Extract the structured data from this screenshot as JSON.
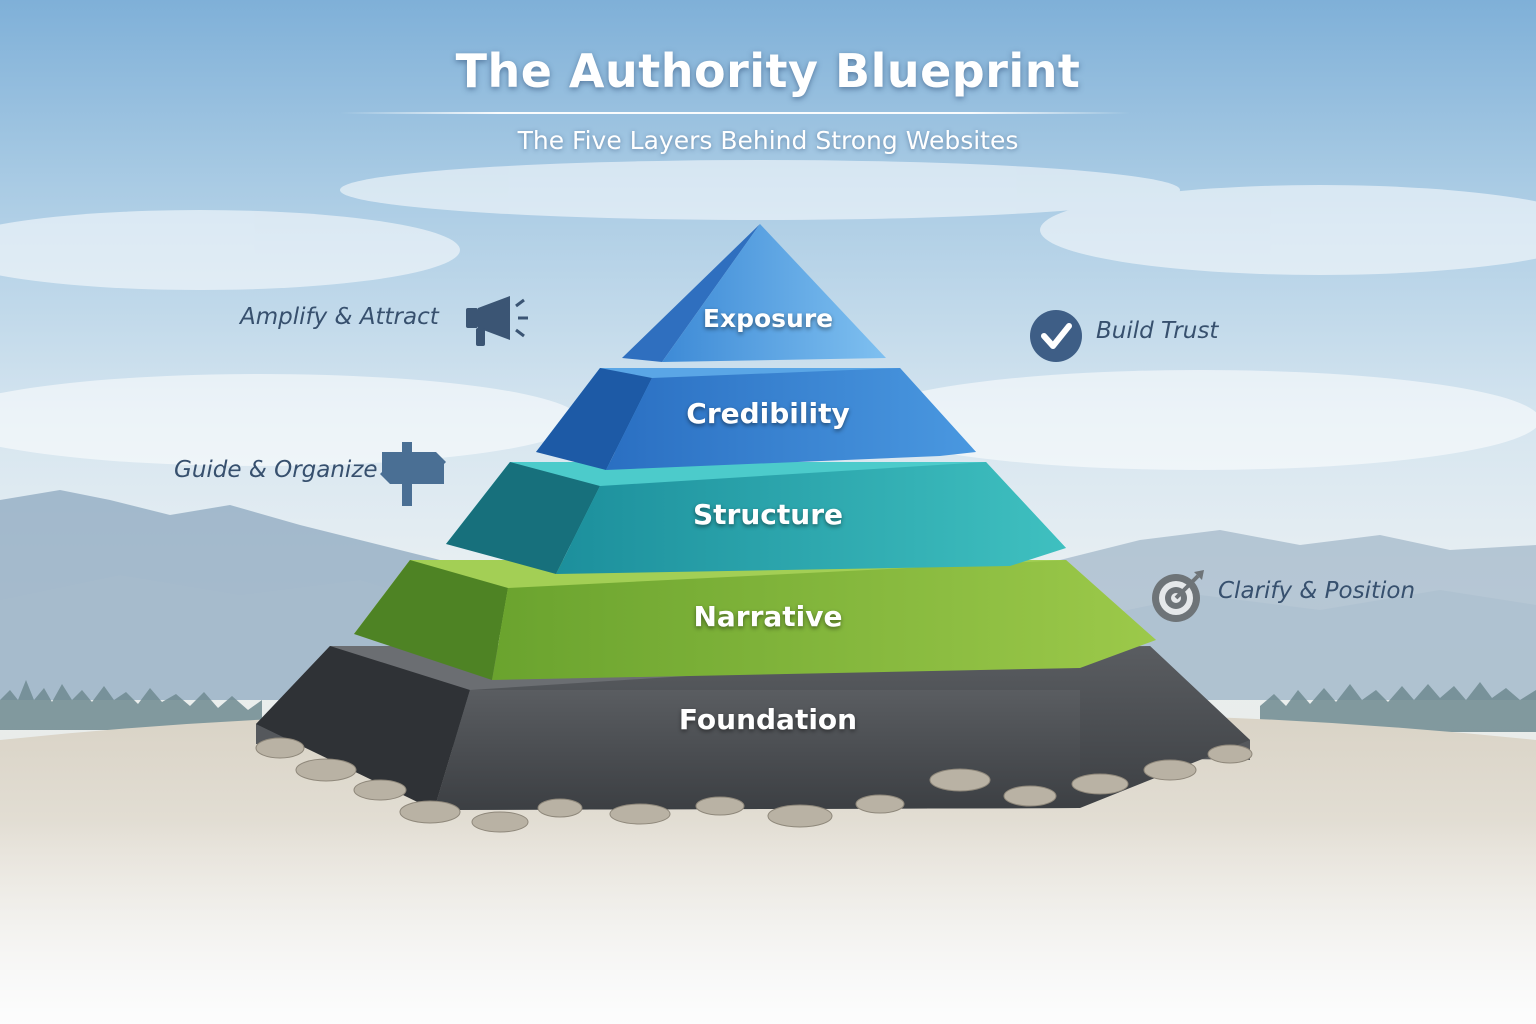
{
  "header": {
    "title": "The Authority Blueprint",
    "subtitle": "The Five Layers Behind Strong Websites"
  },
  "pyramid": {
    "layers": [
      {
        "label": "Exposure",
        "color": "#4f9ee0"
      },
      {
        "label": "Credibility",
        "color": "#2f7fd0"
      },
      {
        "label": "Structure",
        "color": "#22a8ad"
      },
      {
        "label": "Narrative",
        "color": "#7eb83a"
      },
      {
        "label": "Foundation",
        "color": "#4b4e52"
      }
    ]
  },
  "callouts": [
    {
      "label": "Amplify & Attract",
      "icon": "megaphone-icon"
    },
    {
      "label": "Build Trust",
      "icon": "checkmark-circle-icon"
    },
    {
      "label": "Guide & Organize",
      "icon": "signpost-icon"
    },
    {
      "label": "Clarify & Position",
      "icon": "target-icon"
    }
  ]
}
